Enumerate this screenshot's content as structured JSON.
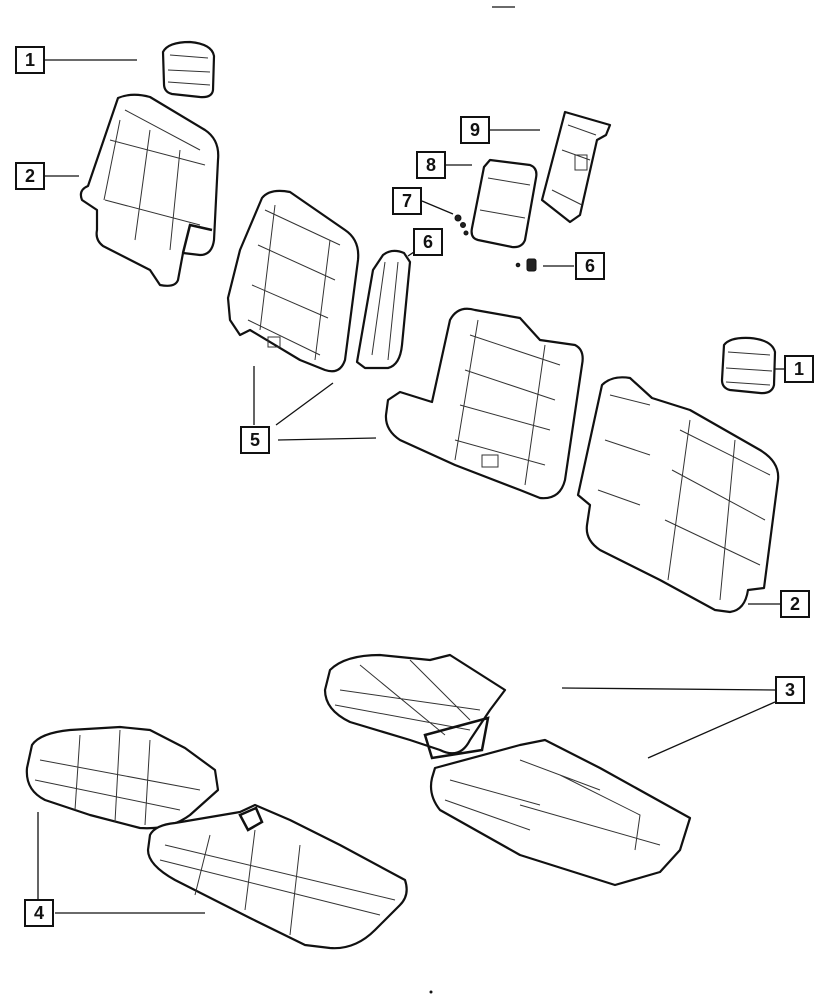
{
  "callouts": [
    {
      "id": "c1a",
      "label": "1"
    },
    {
      "id": "c2a",
      "label": "2"
    },
    {
      "id": "c9",
      "label": "9"
    },
    {
      "id": "c8",
      "label": "8"
    },
    {
      "id": "c7",
      "label": "7"
    },
    {
      "id": "c6a",
      "label": "6"
    },
    {
      "id": "c6b",
      "label": "6"
    },
    {
      "id": "c1b",
      "label": "1"
    },
    {
      "id": "c5",
      "label": "5"
    },
    {
      "id": "c2b",
      "label": "2"
    },
    {
      "id": "c3",
      "label": "3"
    },
    {
      "id": "c4",
      "label": "4"
    }
  ],
  "colors": {
    "line": "#111111",
    "background": "#ffffff"
  }
}
